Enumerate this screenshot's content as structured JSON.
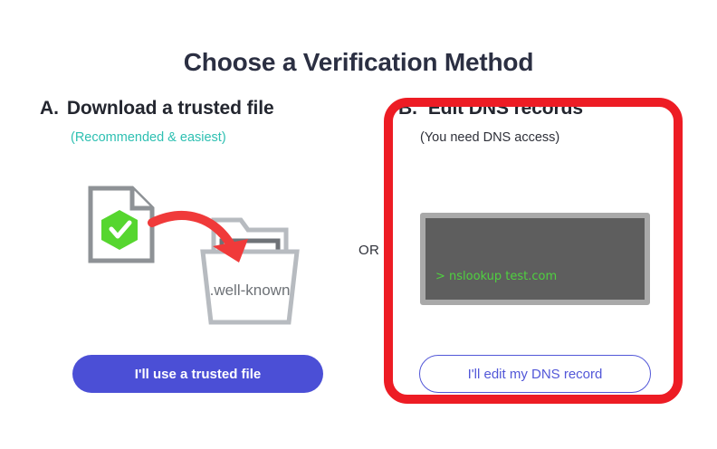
{
  "page": {
    "title": "Choose a Verification Method",
    "or_label": "OR"
  },
  "option_a": {
    "letter": "A.",
    "heading": "Download a trusted file",
    "subtitle": "(Recommended & easiest)",
    "subtitle_color": "#2ec0b2",
    "illustration": {
      "document_icon": "document-with-verified-badge",
      "badge_icon": "green-hexagon-check",
      "badge_color": "#56d62f",
      "arrow_icon": "curved-red-arrow",
      "arrow_color": "#f03a3a",
      "folder_icon": "open-folder",
      "folder_label": ".well-known",
      "outline_color": "#9da1a6"
    },
    "button_label": "I'll use a trusted file",
    "button_color": "#4b4fd6"
  },
  "option_b": {
    "letter": "B.",
    "heading": "Edit DNS records",
    "subtitle": "(You need DNS access)",
    "subtitle_color": "#2e3039",
    "terminal": {
      "command": "> nslookup test.com",
      "text_color": "#4fd13f",
      "background_color": "#5e5e5e",
      "border_color": "#a9a9a9"
    },
    "button_label": "I'll edit my DNS record",
    "button_border_color": "#5257d8",
    "button_text_color": "#5257d8",
    "highlight_color": "#ed1c24"
  }
}
